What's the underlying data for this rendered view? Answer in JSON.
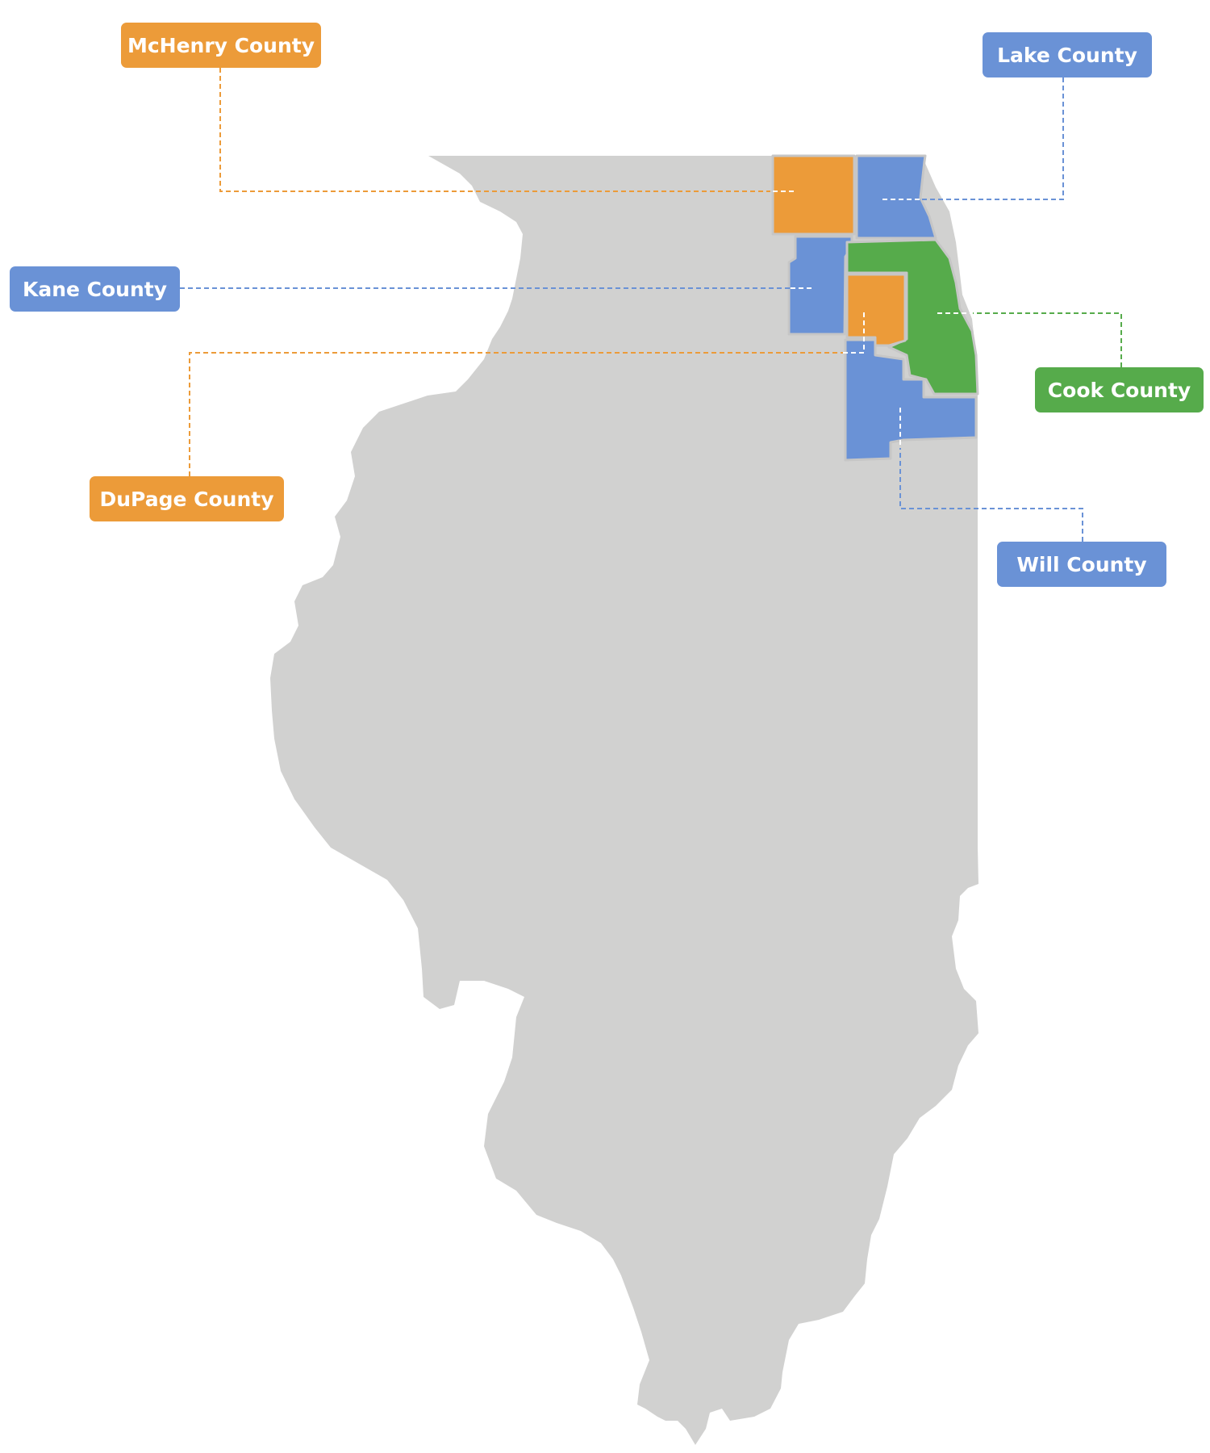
{
  "map": {
    "colors": {
      "state_fill": "#d1d1d0",
      "county_border": "#c6c6c6",
      "orange": "#ec9b39",
      "blue": "#6a92d6",
      "green": "#56ab4b",
      "leader_white": "#ffffff"
    },
    "counties": [
      {
        "key": "mchenry",
        "label": "McHenry County",
        "color": "#ec9b39"
      },
      {
        "key": "lake",
        "label": "Lake County",
        "color": "#6a92d6"
      },
      {
        "key": "kane",
        "label": "Kane County",
        "color": "#6a92d6"
      },
      {
        "key": "cook",
        "label": "Cook County",
        "color": "#56ab4b"
      },
      {
        "key": "dupage",
        "label": "DuPage County",
        "color": "#ec9b39"
      },
      {
        "key": "will",
        "label": "Will County",
        "color": "#6a92d6"
      }
    ]
  }
}
